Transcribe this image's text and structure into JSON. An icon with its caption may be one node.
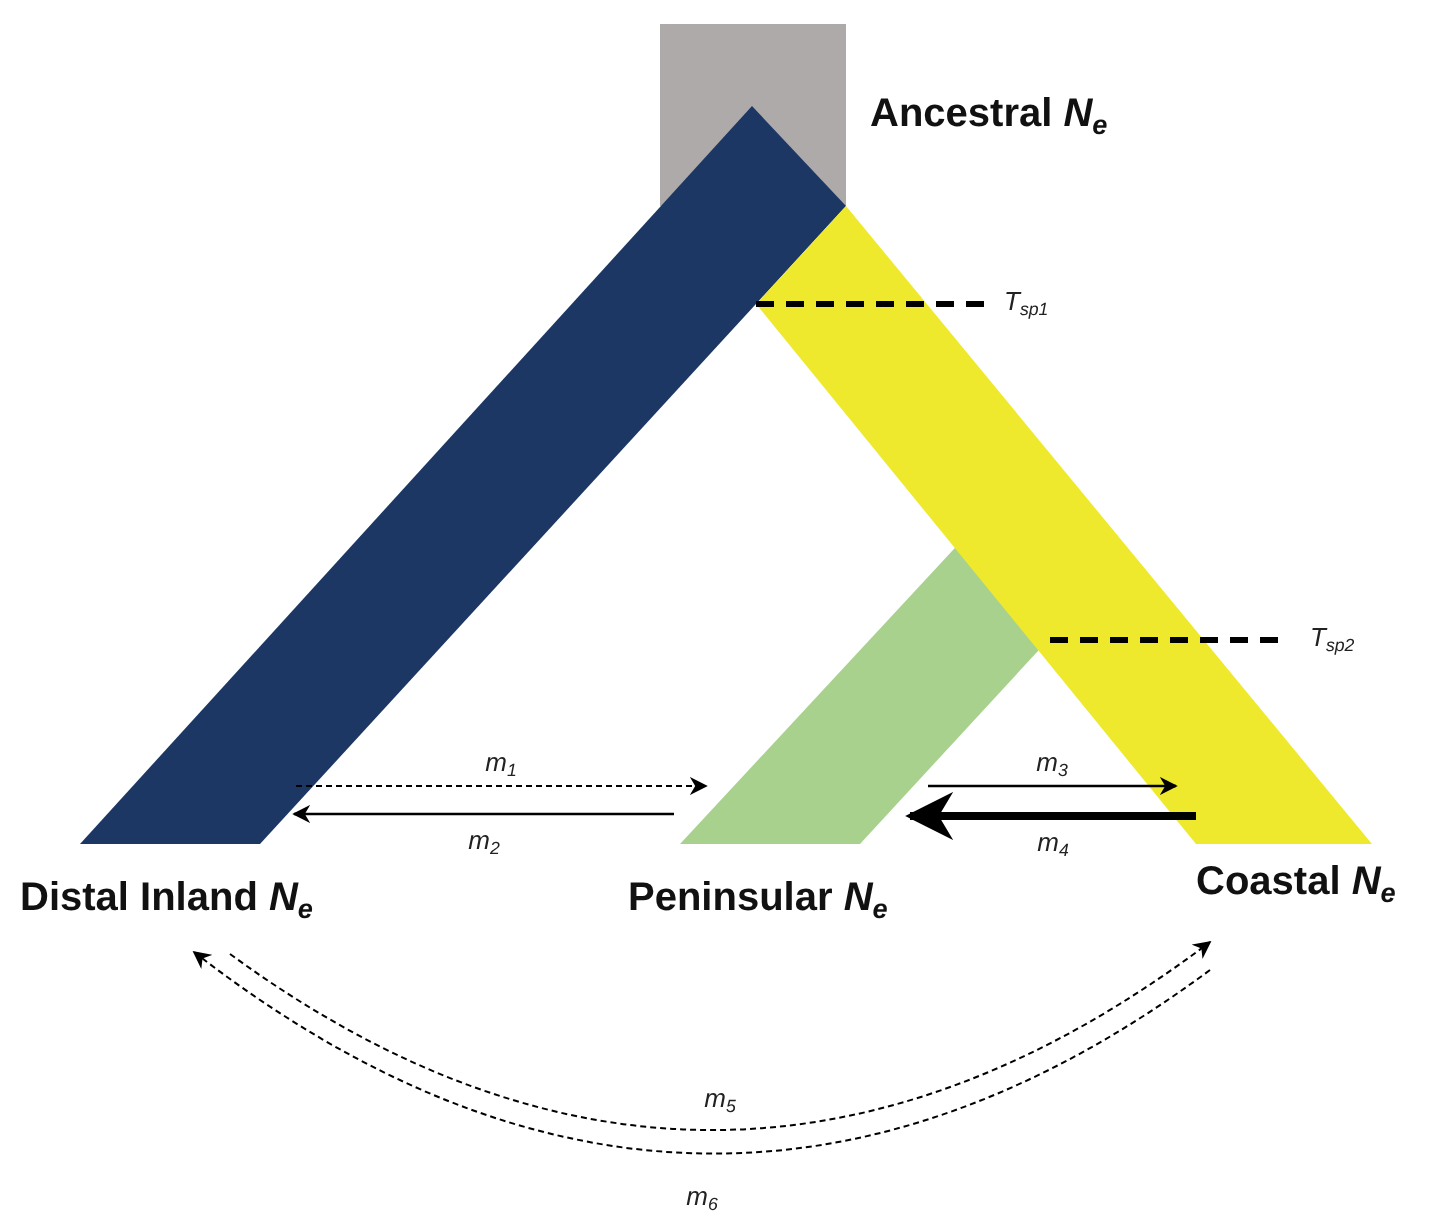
{
  "diagram": {
    "nodes": [
      {
        "text": [
          "Ancestral *N*$_{e}$"
        ]
      },
      {
        "text": [
          "Distal Inland *N*$_{e}$"
        ]
      },
      {
        "text": [
          "Peninsular *N*$_{e}$"
        ]
      },
      {
        "text": [
          "Coastal *N*$_{e}$"
        ]
      }
    ],
    "edges": [
      {
        "from": 1,
        "to": 2,
        "arrow": "to",
        "label": "m$_{1}$",
        "style": "dashed"
      },
      {
        "from": 2,
        "to": 1,
        "arrow": "to",
        "label": "m$_{2}$"
      },
      {
        "from": 2,
        "to": 3,
        "arrow": "to",
        "label": "m$_{3}$"
      },
      {
        "from": 3,
        "to": 2,
        "arrow": "to",
        "label": "m$_{4}$",
        "style": "thick"
      },
      {
        "from": 1,
        "to": 3,
        "arrow": "to",
        "label": "m$_{5}$",
        "style": "dashed"
      },
      {
        "from": 3,
        "to": 1,
        "arrow": "to",
        "label": "m$_{6}$",
        "style": "dashed"
      }
    ],
    "labels": [
      "T$_{sp1}$",
      "T$_{sp2}$"
    ]
  }
}
